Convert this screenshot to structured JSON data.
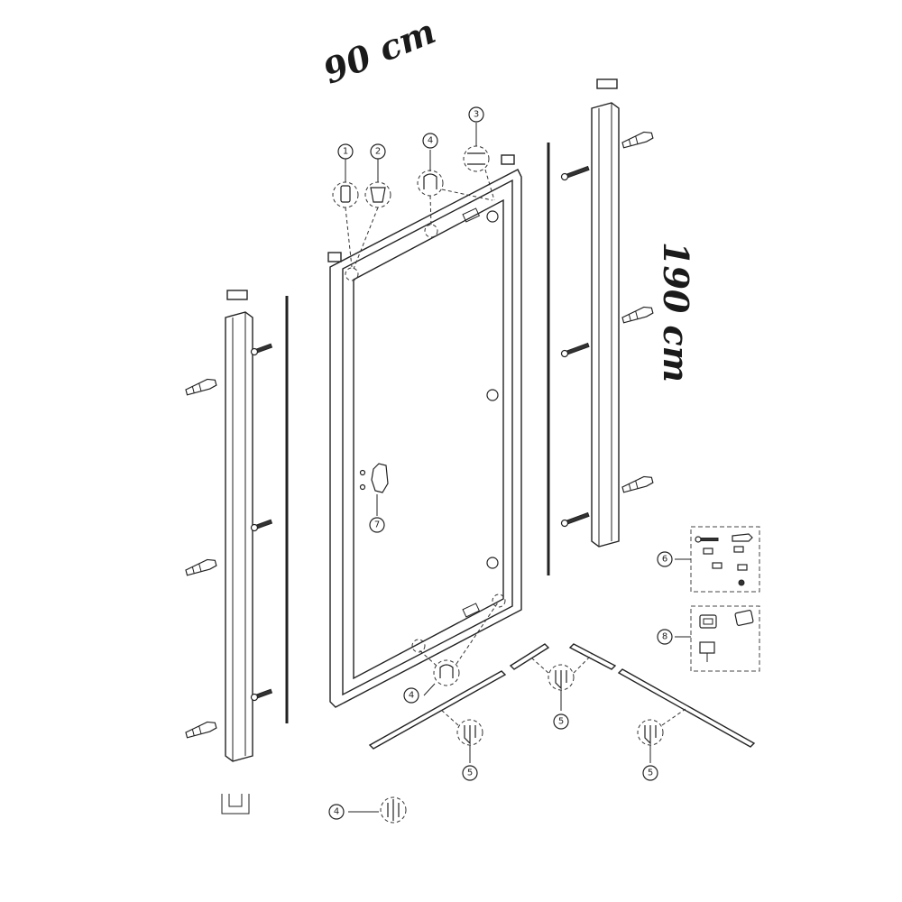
{
  "dimensions": {
    "width_label": "90 cm",
    "height_label": "190 cm"
  },
  "callouts": [
    "1",
    "2",
    "3",
    "4",
    "4",
    "4",
    "5",
    "5",
    "5",
    "6",
    "7",
    "8"
  ]
}
